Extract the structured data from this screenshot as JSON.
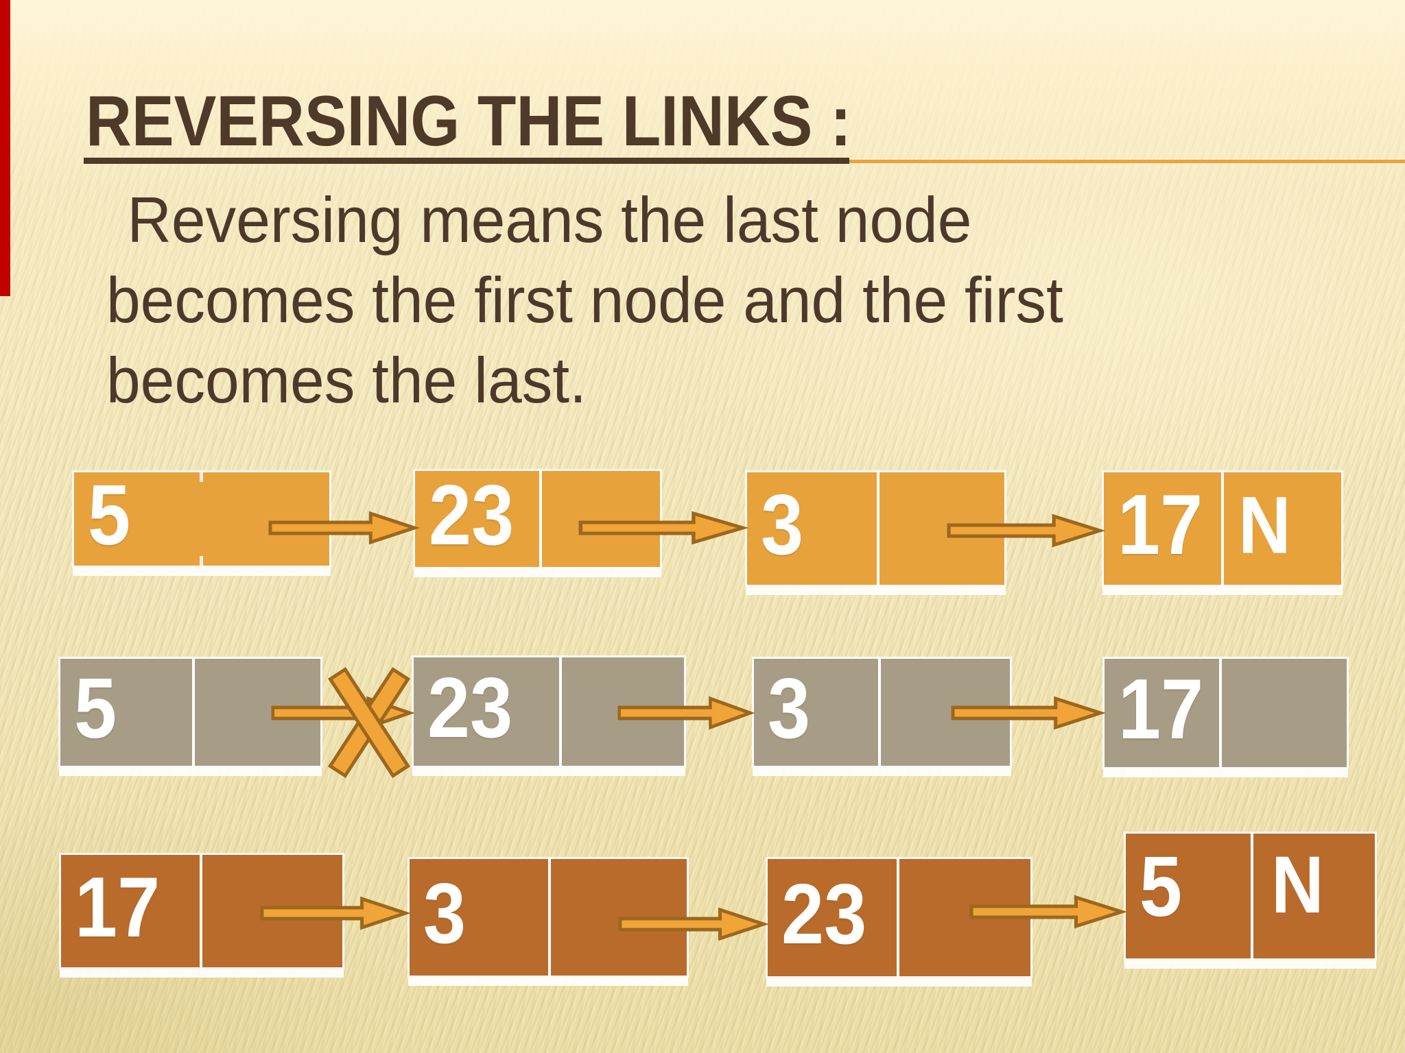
{
  "title": {
    "text": "REVERSING THE LINKS :"
  },
  "body": {
    "line1": "Reversing means the last node",
    "line2": "becomes the first node and the first",
    "line3": "becomes the last."
  },
  "colors": {
    "title_text": "#4E3A28",
    "body_text": "#4C392B",
    "accent_line": "#E9A43E",
    "red_bar": "#C10000",
    "row_original": "#E8A23C",
    "row_breaking": "#A79D86",
    "row_reversed": "#B96B2B",
    "arrow_fill": "#F1A437",
    "arrow_outline": "#9C671E",
    "node_text": "#FFFFFF"
  },
  "diagram": {
    "rows": [
      {
        "label": "original-list",
        "nodes": [
          {
            "data": "5",
            "next": ""
          },
          {
            "data": "23",
            "next": ""
          },
          {
            "data": "3",
            "next": ""
          },
          {
            "data": "17",
            "next": "N"
          }
        ]
      },
      {
        "label": "break-first-link",
        "nodes": [
          {
            "data": "5",
            "next": ""
          },
          {
            "data": "23",
            "next": ""
          },
          {
            "data": "3",
            "next": ""
          },
          {
            "data": "17",
            "next": ""
          }
        ]
      },
      {
        "label": "reversed-list",
        "nodes": [
          {
            "data": "17",
            "next": ""
          },
          {
            "data": "3",
            "next": ""
          },
          {
            "data": "23",
            "next": ""
          },
          {
            "data": "5",
            "next": "N"
          }
        ]
      }
    ]
  }
}
